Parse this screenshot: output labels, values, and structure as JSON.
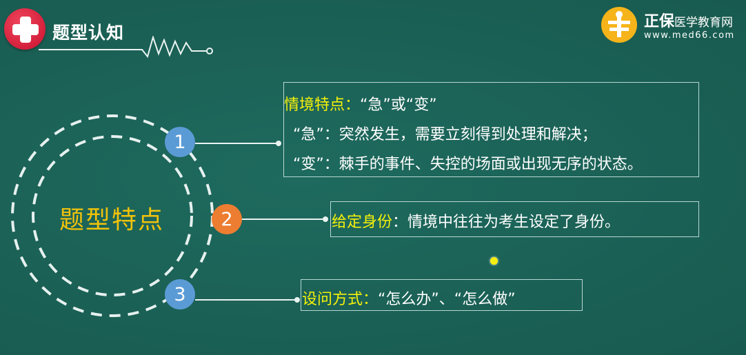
{
  "header": {
    "title": "题型认知",
    "badge_icon": "medical-cross-icon"
  },
  "logo": {
    "brand_main": "正保",
    "brand_sub": "医学教育网",
    "url": "www.med66.com",
    "icon": "med66-logo-icon"
  },
  "diagram": {
    "center_label": "题型特点",
    "nodes": [
      {
        "number": "1",
        "color": "#5b9bd5"
      },
      {
        "number": "2",
        "color": "#ed7d31"
      },
      {
        "number": "3",
        "color": "#5b9bd5"
      }
    ],
    "items": [
      {
        "heading": "情境特点：",
        "heading_rest": "“急”或“变”",
        "lines": [
          "“急”：突然发生，需要立刻得到处理和解决；",
          "“变”：棘手的事件、失控的场面或出现无序的状态。"
        ]
      },
      {
        "heading": "给定身份",
        "heading_rest": "：情境中往往为考生设定了身份。"
      },
      {
        "heading": "设问方式：",
        "heading_rest": "“怎么办”、“怎么做”"
      }
    ]
  },
  "colors": {
    "background": "#1c6458",
    "heading_yellow": "#f5f10a",
    "center_label": "#f2c30a",
    "badge_red": "#d9213b",
    "logo_orange": "#f6b41a"
  }
}
